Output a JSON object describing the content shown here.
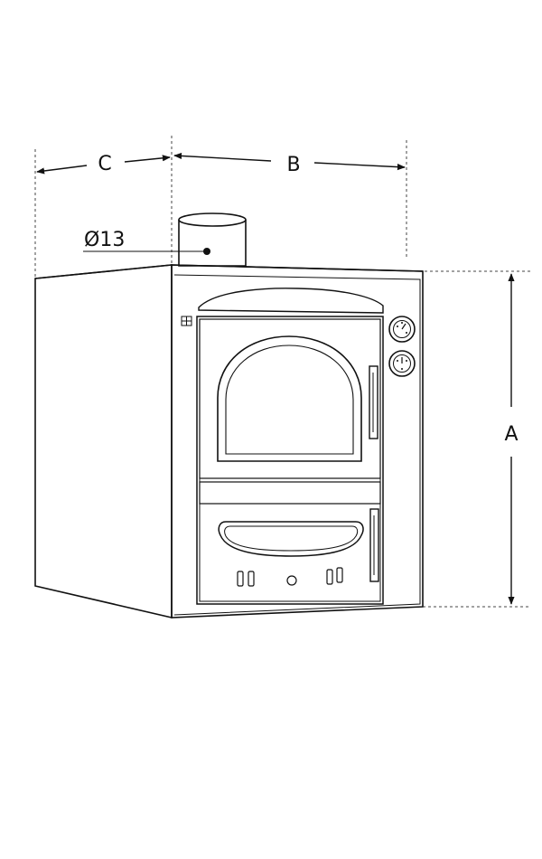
{
  "diagram": {
    "labels": {
      "width": "B",
      "depth": "C",
      "height": "A",
      "flue_diameter": "Ø13"
    },
    "colors": {
      "ink": "#111111",
      "background": "#ffffff",
      "dashed": "#444444"
    }
  }
}
